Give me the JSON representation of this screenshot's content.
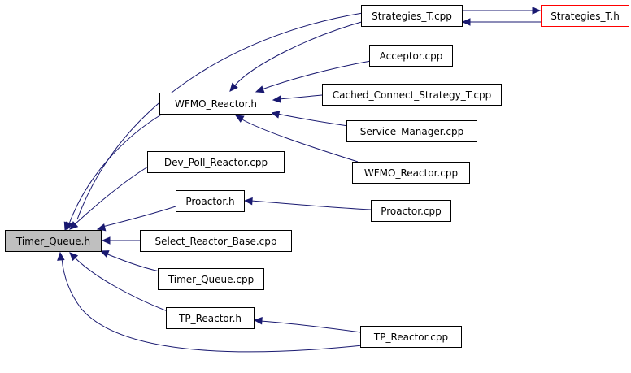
{
  "colors": {
    "edge": "#191970",
    "node_border": "#000000",
    "node_fill": "#ffffff",
    "root_fill": "#bfbfbf",
    "external_border": "#ff0000"
  },
  "nodes": [
    {
      "id": "timer_queue_h",
      "label": "Timer_Queue.h",
      "style": "root"
    },
    {
      "id": "wfmo_reactor_h",
      "label": "WFMO_Reactor.h",
      "style": "normal"
    },
    {
      "id": "dev_poll_reactor_cpp",
      "label": "Dev_Poll_Reactor.cpp",
      "style": "normal"
    },
    {
      "id": "proactor_h",
      "label": "Proactor.h",
      "style": "normal"
    },
    {
      "id": "select_reactor_base_cpp",
      "label": "Select_Reactor_Base.cpp",
      "style": "normal"
    },
    {
      "id": "timer_queue_cpp",
      "label": "Timer_Queue.cpp",
      "style": "normal"
    },
    {
      "id": "tp_reactor_h",
      "label": "TP_Reactor.h",
      "style": "normal"
    },
    {
      "id": "strategies_t_cpp",
      "label": "Strategies_T.cpp",
      "style": "normal"
    },
    {
      "id": "acceptor_cpp",
      "label": "Acceptor.cpp",
      "style": "normal"
    },
    {
      "id": "cached_connect_strategy_t_cpp",
      "label": "Cached_Connect_Strategy_T.cpp",
      "style": "normal"
    },
    {
      "id": "service_manager_cpp",
      "label": "Service_Manager.cpp",
      "style": "normal"
    },
    {
      "id": "wfmo_reactor_cpp",
      "label": "WFMO_Reactor.cpp",
      "style": "normal"
    },
    {
      "id": "proactor_cpp",
      "label": "Proactor.cpp",
      "style": "normal"
    },
    {
      "id": "tp_reactor_cpp",
      "label": "TP_Reactor.cpp",
      "style": "normal"
    },
    {
      "id": "strategies_t_h",
      "label": "Strategies_T.h",
      "style": "external"
    }
  ],
  "edges": [
    {
      "from": "wfmo_reactor_h",
      "to": "timer_queue_h"
    },
    {
      "from": "dev_poll_reactor_cpp",
      "to": "timer_queue_h"
    },
    {
      "from": "proactor_h",
      "to": "timer_queue_h"
    },
    {
      "from": "select_reactor_base_cpp",
      "to": "timer_queue_h"
    },
    {
      "from": "timer_queue_cpp",
      "to": "timer_queue_h"
    },
    {
      "from": "tp_reactor_h",
      "to": "timer_queue_h"
    },
    {
      "from": "tp_reactor_cpp",
      "to": "timer_queue_h"
    },
    {
      "from": "strategies_t_cpp",
      "to": "timer_queue_h"
    },
    {
      "from": "strategies_t_cpp",
      "to": "wfmo_reactor_h"
    },
    {
      "from": "acceptor_cpp",
      "to": "wfmo_reactor_h"
    },
    {
      "from": "cached_connect_strategy_t_cpp",
      "to": "wfmo_reactor_h"
    },
    {
      "from": "service_manager_cpp",
      "to": "wfmo_reactor_h"
    },
    {
      "from": "wfmo_reactor_cpp",
      "to": "wfmo_reactor_h"
    },
    {
      "from": "proactor_cpp",
      "to": "proactor_h"
    },
    {
      "from": "tp_reactor_cpp",
      "to": "tp_reactor_h"
    },
    {
      "from": "strategies_t_cpp",
      "to": "strategies_t_h"
    },
    {
      "from": "strategies_t_h",
      "to": "strategies_t_cpp"
    }
  ]
}
